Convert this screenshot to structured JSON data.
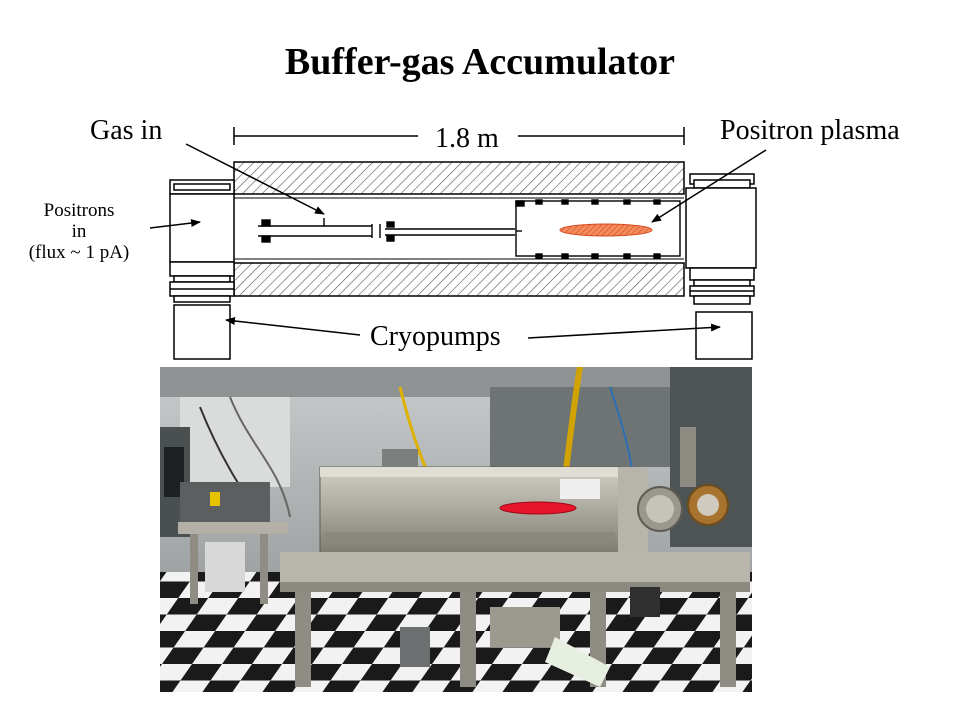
{
  "title": "Buffer-gas Accumulator",
  "labels": {
    "gas_in": "Gas in",
    "length": "1.8 m",
    "positron_plasma": "Positron plasma",
    "positrons_in_line1": "Positrons",
    "positrons_in_line2": "in",
    "positrons_in_line3": "(flux ~ 1 pA)",
    "cryopumps": "Cryopumps"
  },
  "colors": {
    "plasma": "#f06a3c",
    "photo_plasma_marker": "#e8142a",
    "ink": "#000000"
  }
}
